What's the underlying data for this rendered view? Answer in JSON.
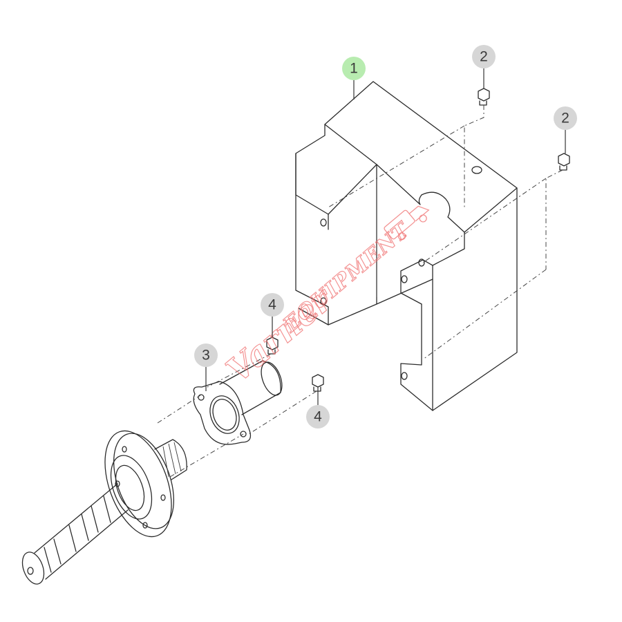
{
  "callouts": {
    "cover": "1",
    "bolt_top": "2",
    "bolt_right": "2",
    "flange": "3",
    "bolt_mid": "4",
    "bolt_low": "4"
  },
  "watermark": {
    "script_text": "Varner",
    "block_text": "EQUIPMENT"
  },
  "colors": {
    "highlight": "#b8ecb0",
    "callout_bg": "#d6d6d6",
    "watermark": "#f07070"
  }
}
